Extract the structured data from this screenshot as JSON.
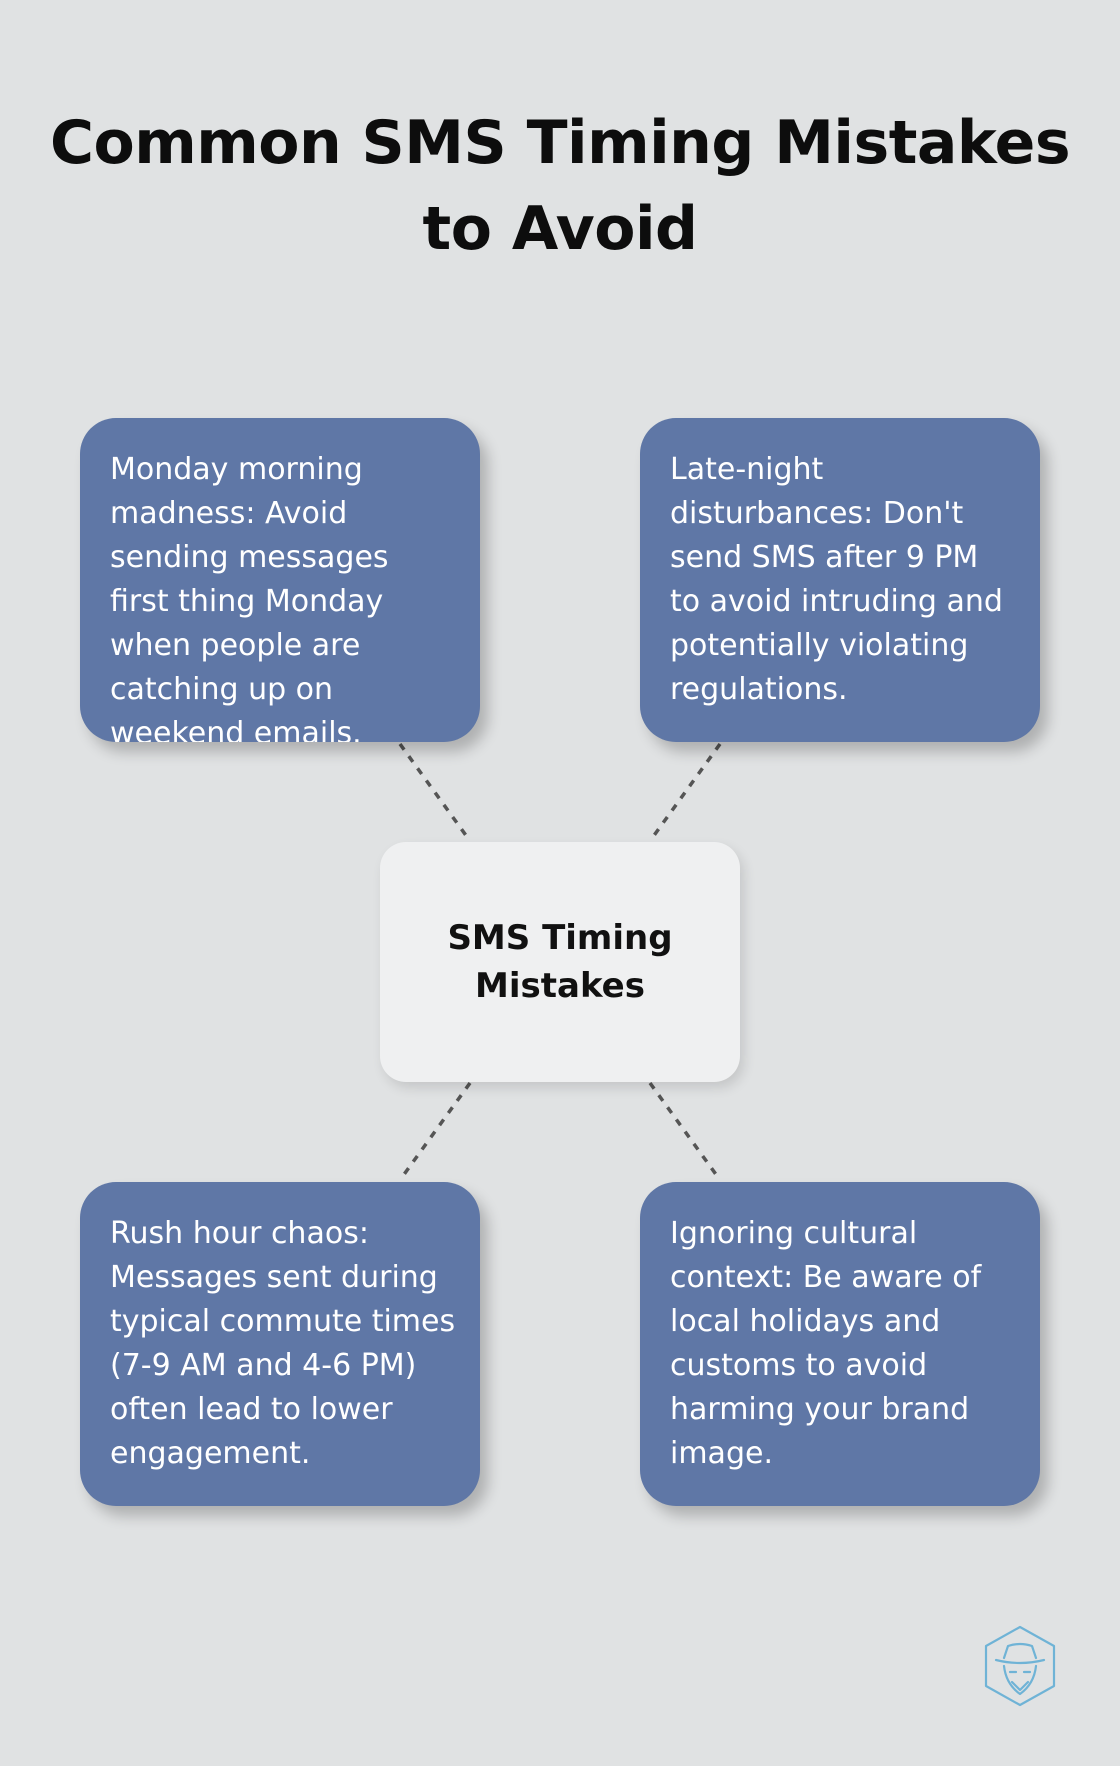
{
  "title": "Common SMS Timing Mistakes to Avoid",
  "center": {
    "label": "SMS Timing Mistakes"
  },
  "cards": [
    {
      "text": "Monday morning madness: Avoid sending messages first thing Monday when people are catching up on weekend emails."
    },
    {
      "text": "Late-night disturbances: Don't send SMS after 9 PM to avoid intruding and potentially violating regulations."
    },
    {
      "text": "Rush hour chaos: Messages sent during typical commute times (7-9 AM and 4-6 PM) often lead to lower engagement."
    },
    {
      "text": "Ignoring cultural context: Be aware of local holidays and customs to avoid harming your brand image."
    }
  ],
  "colors": {
    "background": "#e0e2e3",
    "card": "#5f77a6",
    "center_box": "#eff0f1",
    "connector": "#555555",
    "logo": "#6fb3d6"
  },
  "icons": {
    "logo": "spy-hat-hexagon-icon"
  }
}
